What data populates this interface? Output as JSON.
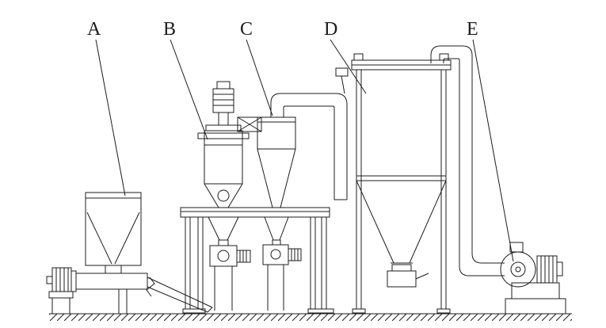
{
  "diagram": {
    "type": "engineering-line-drawing",
    "labels": {
      "a": "A",
      "b": "B",
      "c": "C",
      "d": "D",
      "e": "E"
    },
    "colors": {
      "background": "#ffffff",
      "line": "#1c1c1c"
    }
  }
}
